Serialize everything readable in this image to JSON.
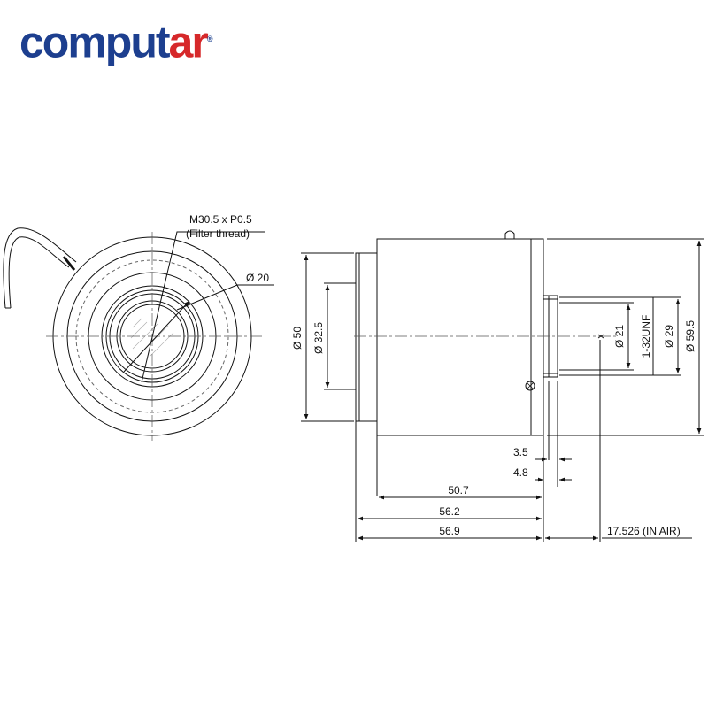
{
  "logo": {
    "word": "computar",
    "brand_color": "#1d3f8f",
    "accent_color": "#d6282a"
  },
  "front_view": {
    "filter_thread": "M30.5 x P0.5",
    "filter_thread_note": "(Filter thread)",
    "inner_diameter": "Ø 20"
  },
  "side_view": {
    "diameters": [
      "Ø 50",
      "Ø 32.5",
      "Ø 21",
      "1-32UNF",
      "Ø 29",
      "Ø 59.5"
    ],
    "lengths": [
      "3.5",
      "4.8",
      "50.7",
      "56.2",
      "56.9",
      "17.526 (IN AIR)"
    ]
  },
  "colors": {
    "line": "#111111",
    "center_line": "#555555"
  }
}
